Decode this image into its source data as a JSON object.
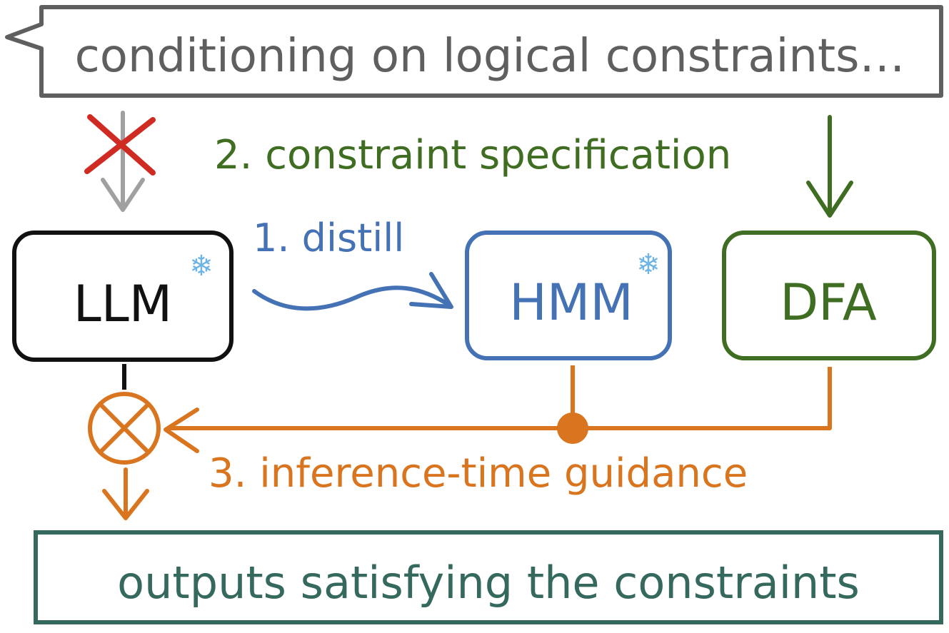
{
  "prompt": {
    "text": "conditioning on logical constraints…"
  },
  "steps": {
    "distill": "1. distill",
    "constraint_spec": "2. constraint specification",
    "guidance": "3. inference-time guidance"
  },
  "nodes": {
    "llm": {
      "label": "LLM",
      "frozen_icon": "snowflake-icon"
    },
    "hmm": {
      "label": "HMM",
      "frozen_icon": "snowflake-icon"
    },
    "dfa": {
      "label": "DFA"
    }
  },
  "output": {
    "text": "outputs satisfying the constraints"
  },
  "symbols": {
    "snowflake": "❄",
    "combine": "product-operator",
    "blocked": "red-x"
  },
  "colors": {
    "gray": "#5f5f5f",
    "black": "#111111",
    "blue": "#4472b4",
    "green": "#3f6e22",
    "orange": "#d9741f",
    "teal": "#35695e",
    "red": "#cf2b22",
    "arrow_gray": "#a0a0a0",
    "snow": "#6fb4e6"
  }
}
